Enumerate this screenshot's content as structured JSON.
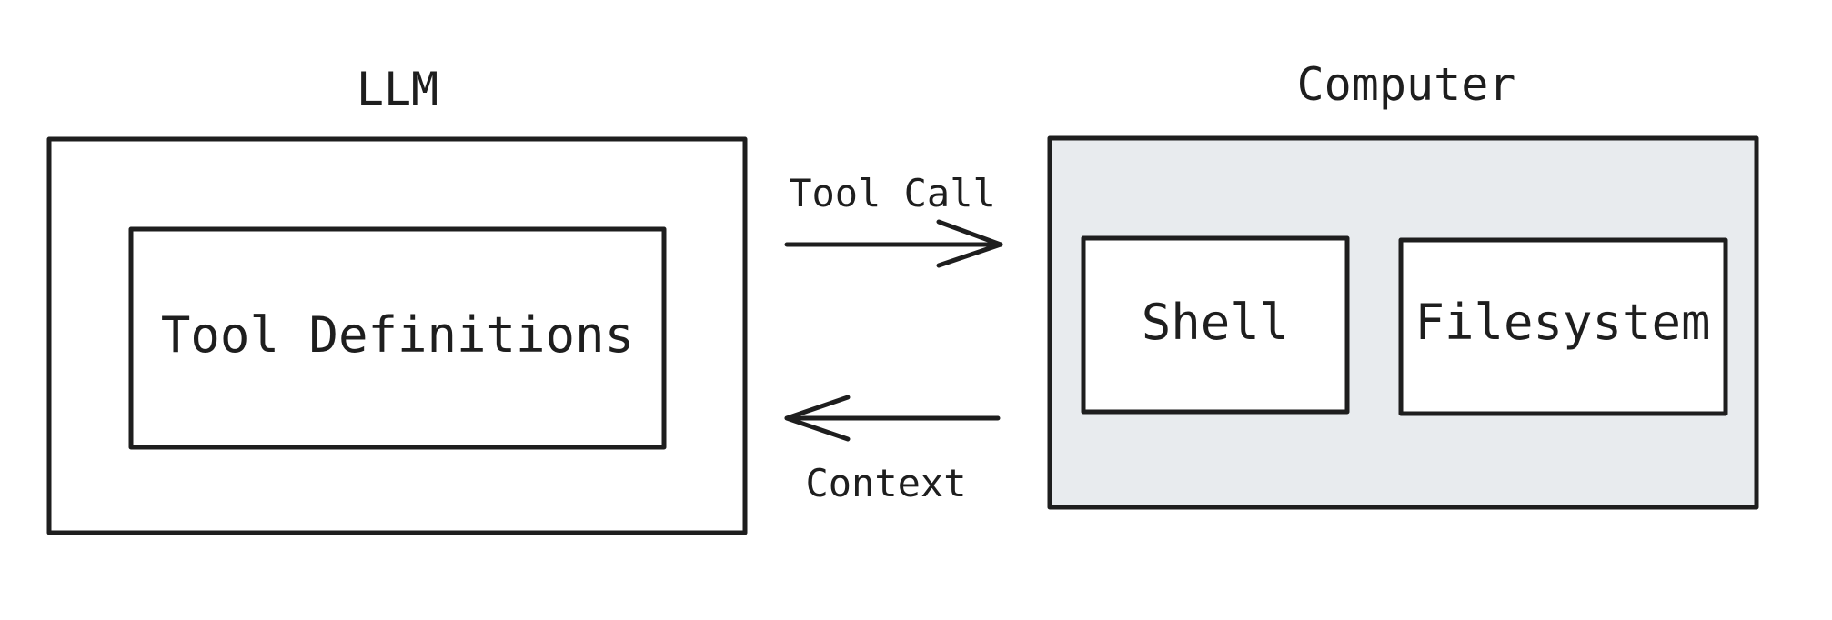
{
  "llm": {
    "title": "LLM",
    "inner_label": "Tool Definitions"
  },
  "computer": {
    "title": "Computer",
    "components": [
      "Shell",
      "Filesystem"
    ]
  },
  "edges": {
    "tool_call": "Tool Call",
    "context": "Context"
  },
  "colors": {
    "stroke": "#1e1e1e",
    "computer_fill": "#e8ebee",
    "background": "#ffffff"
  }
}
